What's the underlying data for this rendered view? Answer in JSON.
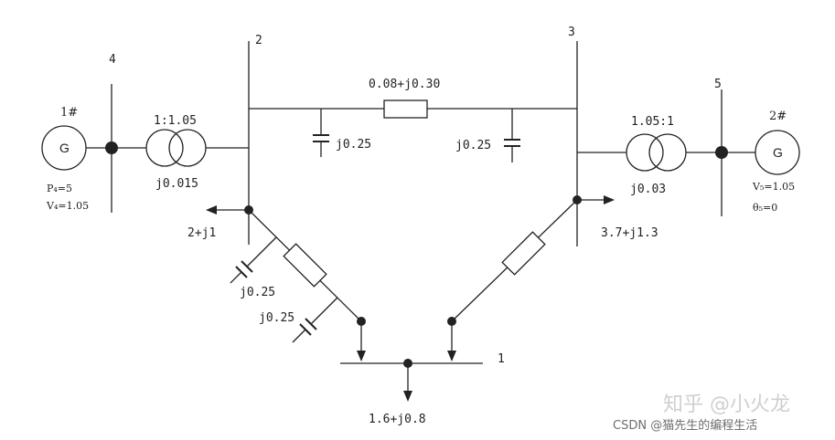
{
  "buses": {
    "b1": "1",
    "b2": "2",
    "b3": "3",
    "b4": "4",
    "b5": "5"
  },
  "generators": {
    "g1": {
      "name": "1#",
      "symbol": "G",
      "spec1": "P₄=5",
      "spec2": "V₄=1.05"
    },
    "g2": {
      "name": "2#",
      "symbol": "G",
      "spec1": "V₅=1.05",
      "spec2": "θ₅=0"
    }
  },
  "transformers": {
    "t1": {
      "ratio": "1:1.05",
      "impedance": "j0.015"
    },
    "t2": {
      "ratio": "1.05:1",
      "impedance": "j0.03"
    }
  },
  "lines": {
    "l23": {
      "impedance": "0.08+j0.30",
      "shunt_left": "j0.25",
      "shunt_right": "j0.25"
    },
    "l21": {
      "shunt_top": "j0.25",
      "shunt_bottom": "j0.25"
    }
  },
  "loads": {
    "bus2": "2+j1",
    "bus3": "3.7+j1.3",
    "bus1": "1.6+j0.8"
  },
  "watermark": {
    "zhihu": "知乎 @小火龙",
    "csdn": "CSDN @猫先生的编程生活"
  }
}
